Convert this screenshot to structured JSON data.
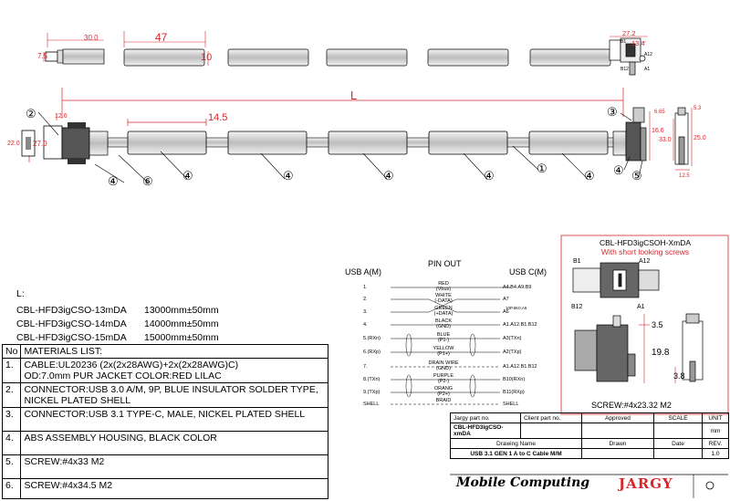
{
  "top_dims": {
    "d30": "30.0",
    "d7_5": "7.5",
    "d47": "47",
    "d10": "10",
    "d27_2": "27.2",
    "d13_4": "13.4"
  },
  "main_dims": {
    "L": "L",
    "d12_6": "12.6",
    "d14_5": "14.5",
    "d22_0": "22.0",
    "d27_0": "27.0",
    "d6_65": "6.65",
    "d5_3": "5.3",
    "d16_6": "16.6",
    "d33_0": "33.0",
    "d25_0": "25.0",
    "d12_5": "12.5"
  },
  "pin_letters": {
    "b1": "B1",
    "a12": "A12",
    "b12": "B12",
    "a1": "A1"
  },
  "callouts": {
    "c1": "①",
    "c2": "②",
    "c3": "③",
    "c4": "④",
    "c5": "⑤",
    "c6": "⑥"
  },
  "lengths": {
    "label": "L:",
    "rows": [
      {
        "part": "CBL-HFD3igCSO-13mDA",
        "len": "13000mm±50mm"
      },
      {
        "part": "CBL-HFD3igCSO-14mDA",
        "len": "14000mm±50mm"
      },
      {
        "part": "CBL-HFD3igCSO-15mDA",
        "len": "15000mm±50mm"
      }
    ]
  },
  "pinout": {
    "title": "PIN OUT",
    "left_header": "USB A(M)",
    "right_header": "USB C(M)",
    "pins": [
      {
        "l": "1.",
        "r": "A4.B4.A9.B9"
      },
      {
        "l": "2.",
        "r": "A7"
      },
      {
        "l": "3.",
        "r": "A6"
      },
      {
        "l": "4.",
        "r": "A1.A12.B1.B12"
      },
      {
        "l": "5.(RXn)",
        "r": "A3(TXn)"
      },
      {
        "l": "6.(RXp)",
        "r": "A2(TXp)"
      },
      {
        "l": "7.",
        "r": "A1.A12.B1.B12"
      },
      {
        "l": "8.(TXn)",
        "r": "B10(RXn)"
      },
      {
        "l": "9.(TXp)",
        "r": "B11(RXp)"
      },
      {
        "l": "SHELL",
        "r": "SHELL"
      }
    ],
    "wires": [
      {
        "a": "RED",
        "b": "(Vbus)"
      },
      {
        "a": "WHITE",
        "b": "(-DATA)"
      },
      {
        "a": "GREEN",
        "b": "(+DATA)"
      },
      {
        "a": "BLACK",
        "b": "(GND)"
      },
      {
        "a": "BLUE",
        "b": "(P1-)"
      },
      {
        "a": "YELLOW",
        "b": "(P1+)"
      },
      {
        "a": "DRAIN WIRE",
        "b": "(GND)"
      },
      {
        "a": "PURPLE",
        "b": "(P2-)"
      },
      {
        "a": "ORANG",
        "b": "(P2+)"
      },
      {
        "a": "BRAID",
        "b": ""
      }
    ],
    "note": "10P.6K0.A5"
  },
  "materials": {
    "header": "MATERIALS LIST:",
    "items": [
      {
        "no": "1.",
        "lines": [
          "CABLE:UL20236 (2x(2x28AWG)+2x(2x28AWG)C)",
          "OD:7.0mm  PUR JACKET COLOR:RED LILAC"
        ]
      },
      {
        "no": "2.",
        "lines": [
          "CONNECTOR:USB 3.0 A/M, 9P, BLUE INSULATOR SOLDER TYPE,",
          "NICKEL PLATED SHELL"
        ]
      },
      {
        "no": "3.",
        "lines": [
          "CONNECTOR:USB 3.1 TYPE-C, MALE, NICKEL PLATED SHELL"
        ]
      },
      {
        "no": "4.",
        "lines": [
          "",
          "ABS ASSEMBLY HOUSING, BLACK COLOR"
        ]
      },
      {
        "no": "5.",
        "lines": [
          "",
          "SCREW:#4x33 M2"
        ]
      },
      {
        "no": "6.",
        "lines": [
          "SCREW:#4x34.5 M2"
        ]
      }
    ]
  },
  "inset": {
    "title": "CBL-HFD3igCSOH-XmDA",
    "subtitle": "With short looking screws",
    "d3_5": "3.5",
    "d19_8": "19.8",
    "d3_8": "3.8",
    "screw": "SCREW:#4x23.32 M2"
  },
  "title_block": {
    "jargy_part_label": "Jargy part no.",
    "client_part_label": "Client part no.",
    "approved_label": "Approved",
    "scale_label": "SCALE",
    "unit_label": "UNIT",
    "jargy_part": "CBL-HFD3igCSO-xmDA",
    "unit": "mm",
    "drawing_name_label": "Drawing Name",
    "drawn_label": "Drawn",
    "date_label": "Date",
    "rev_label": "REV.",
    "drawing_name": "USB 3.1 GEN 1 A to C Cable M/M",
    "rev": "1.0"
  },
  "logos": {
    "mobile": "Mobile Computing",
    "jargy": "JARGY"
  },
  "colors": {
    "dim_red": "#d8262c",
    "cable_gray": "#9a9a9a"
  }
}
